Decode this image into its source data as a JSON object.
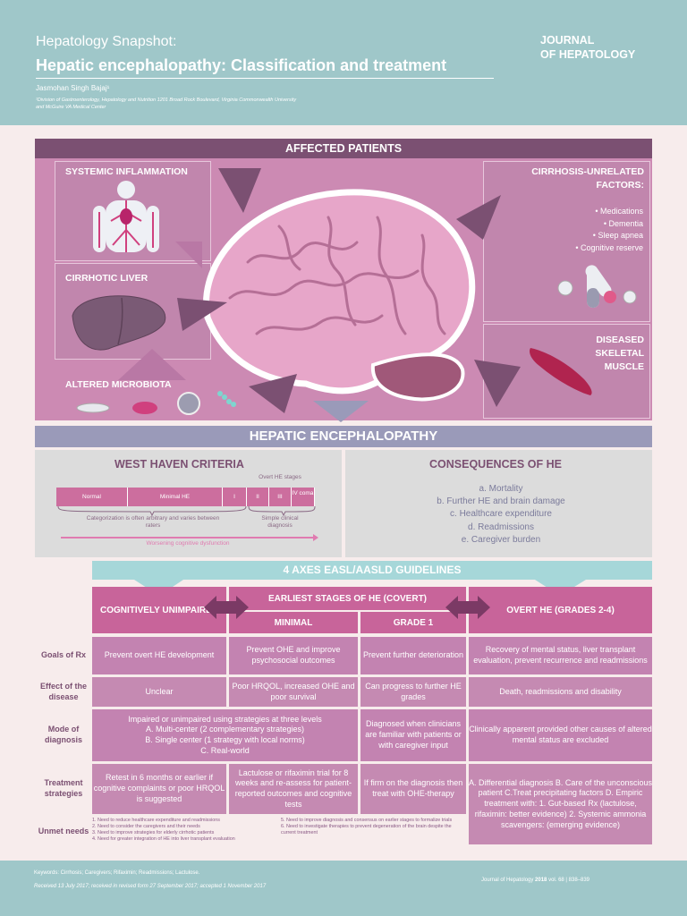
{
  "header": {
    "kicker": "Hepatology Snapshot:",
    "title": "Hepatic encephalopathy: Classification and treatment",
    "author": "Jasmohan Singh Bajaj¹",
    "affiliation": "¹Division of Gastroenterology, Hepatology and Nutrition 1201 Broad Rock Boulevard, Virginia Commonwealth University and McGuire VA Medical Center",
    "journal_line1": "JOURNAL",
    "journal_line2": "OF HEPATOLOGY"
  },
  "affected": {
    "title": "AFFECTED PATIENTS",
    "systemic": "SYSTEMIC INFLAMMATION",
    "cirrhotic": "CIRRHOTIC LIVER",
    "microbiota": "ALTERED MICROBIOTA",
    "unrelated_title": "CIRRHOSIS-UNRELATED FACTORS:",
    "unrelated_items": [
      "• Medications",
      "• Dementia",
      "• Sleep apnea",
      "• Cognitive reserve"
    ],
    "muscle": "DISEASED SKELETAL MUSCLE"
  },
  "he_title": "HEPATIC ENCEPHALOPATHY",
  "west_haven": {
    "title": "WEST HAVEN CRITERIA",
    "overt_label": "Overt HE stages",
    "segments": [
      "Normal",
      "Minimal HE",
      "I",
      "II",
      "III",
      "IV coma"
    ],
    "note_left": "Categorization is often arbitrary and varies between raters",
    "note_right": "Simple clinical diagnosis",
    "arrow_label": "Worsening cognitive dysfunction"
  },
  "consequences": {
    "title": "CONSEQUENCES OF HE",
    "items": [
      "a. Mortality",
      "b. Further HE and brain damage",
      "c. Healthcare expenditure",
      "d. Readmissions",
      "e. Caregiver burden"
    ]
  },
  "axes": {
    "title": "4 AXES EASL/AASLD GUIDELINES",
    "col_unimpaired": "COGNITIVELY UNIMPAIRED",
    "col_covert": "EARLIEST STAGES OF HE (COVERT)",
    "col_minimal": "MINIMAL",
    "col_grade1": "GRADE 1",
    "col_overt": "OVERT HE (GRADES 2-4)"
  },
  "rows": [
    {
      "label": "Goals of Rx",
      "unimpaired": "Prevent overt HE development",
      "minimal": "Prevent OHE and improve psychosocial outcomes",
      "grade1": "Prevent further deterioration",
      "overt": "Recovery of mental status, liver transplant evaluation, prevent recurrence and readmissions"
    },
    {
      "label": "Effect of the disease",
      "unimpaired": "Unclear",
      "minimal": "Poor HRQOL, increased OHE and poor survival",
      "grade1": "Can progress to further HE grades",
      "overt": "Death, readmissions and disability"
    },
    {
      "label": "Mode of diagnosis",
      "covert": "Impaired or unimpaired using strategies at three levels",
      "covert_a": "A. Multi-center (2 complementary strategies)",
      "covert_b": "B. Single center (1 strategy with local norms)",
      "covert_c": "C. Real-world",
      "grade1": "Diagnosed when clinicians are familiar with patients or with caregiver input",
      "overt": "Clinically apparent provided other causes of altered mental status are excluded"
    },
    {
      "label": "Treatment strategies",
      "unimpaired": "Retest in 6 months or earlier if cognitive complaints or poor HRQOL is suggested",
      "minimal": "Lactulose or rifaximin trial for 8 weeks and re-assess for patient-reported outcomes and cognitive tests",
      "grade1": "If firm on the diagnosis then treat with OHE-therapy",
      "overt": "A. Differential diagnosis B. Care of the unconscious patient C.Treat precipitating factors D. Empiric treatment with: 1. Gut-based Rx (lactulose, rifaximin: better evidence) 2. Systemic ammonia scavengers: (emerging evidence)"
    }
  ],
  "unmet": {
    "label": "Unmet needs",
    "left": [
      "1. Need to reduce healthcare expenditure and readmissions",
      "2. Need to consider the caregivers and their needs",
      "3. Need to improve strategies for elderly cirrhotic patients",
      "4. Need for greater integration of HE into liver transplant evaluation"
    ],
    "right": [
      "5. Need to improve diagnosis and consensus on earlier stages to formalize trials",
      "6. Need to investigate therapies to prevent degeneration of the brain despite the current treatment"
    ]
  },
  "footer": {
    "keywords": "Keywords: Cirrhosis; Caregivers; Rifaximin; Readmissions; Lactulose.",
    "received": "Received 13 July 2017; received in revised form 27 September 2017; accepted 1 November 2017",
    "citation_journal": "Journal of Hepatology",
    "citation_year": "2018",
    "citation_rest": "vol. 68 | 838–839"
  },
  "colors": {
    "teal": "#9fc7c9",
    "plum": "#7b5072",
    "pink_panel": "#cc8ab3",
    "magenta_header": "#c8649a",
    "cell": "#c383b1",
    "lavender_bar": "#9a9ab9",
    "light_teal": "#a6d7d9"
  },
  "icons": [
    "brain-illustration",
    "vascular-body-icon",
    "liver-icon",
    "bacteria-icon",
    "pills-icon",
    "muscle-icon"
  ]
}
